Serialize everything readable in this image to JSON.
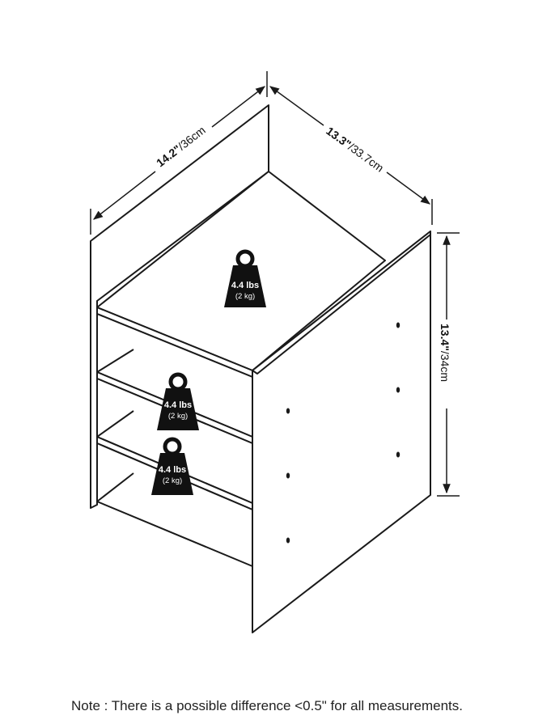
{
  "dimensions": {
    "width_main": "14.2\"",
    "width_alt": "/36cm",
    "depth_main": "13.3\"",
    "depth_alt": "/33.7cm",
    "height_main": "13.4\"",
    "height_alt": "/34cm"
  },
  "weights": [
    {
      "main": "4.4 lbs",
      "sub": "(2 kg)"
    },
    {
      "main": "4.4 lbs",
      "sub": "(2 kg)"
    },
    {
      "main": "4.4 lbs",
      "sub": "(2 kg)"
    }
  ],
  "note": "Note : There is a possible difference <0.5\" for all measurements."
}
